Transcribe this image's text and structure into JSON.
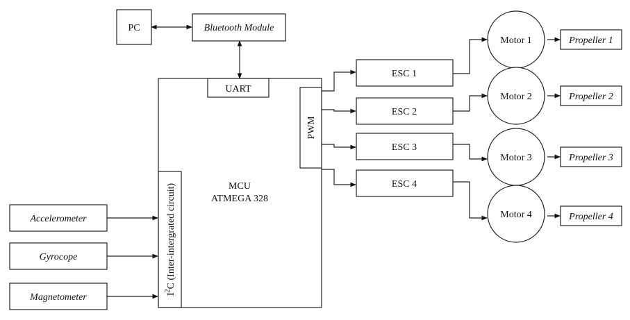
{
  "pc": "PC",
  "bluetooth": "Bluetooth Module",
  "uart": "UART",
  "pwm": "PWM",
  "mcu": {
    "line1": "MCU",
    "line2": "ATMEGA 328"
  },
  "i2c": {
    "prefix": "I",
    "sup": "2",
    "rest": "C (Inter-intergrated circuit)"
  },
  "sensors": [
    "Accelerometer",
    "Gyrocope",
    "Magnetometer"
  ],
  "escs": [
    "ESC 1",
    "ESC 2",
    "ESC 3",
    "ESC 4"
  ],
  "motors": [
    "Motor 1",
    "Motor 2",
    "Motor 3",
    "Motor 4"
  ],
  "propellers": [
    "Propeller 1",
    "Propeller 2",
    "Propeller 3",
    "Propeller 4"
  ]
}
